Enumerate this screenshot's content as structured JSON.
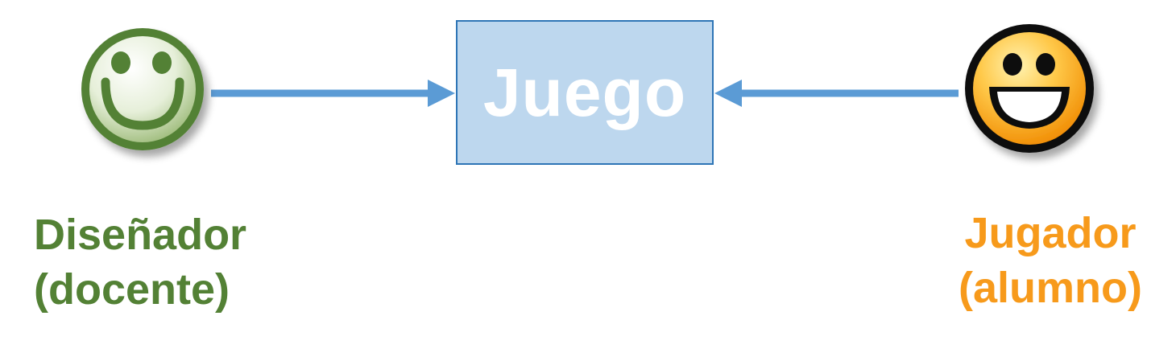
{
  "game": {
    "label": "Juego"
  },
  "designer": {
    "role": "Diseñador",
    "subtitle": "(docente)",
    "icon": "smiley-green-icon"
  },
  "player": {
    "role": "Jugador",
    "subtitle": "(alumno)",
    "icon": "smiley-orange-grin-icon"
  },
  "colors": {
    "box_fill": "#bdd7ee",
    "box_border": "#2e75b6",
    "box_text": "#ffffff",
    "arrow": "#5b9bd5",
    "designer_green": "#538135",
    "player_orange": "#f79a1b"
  }
}
